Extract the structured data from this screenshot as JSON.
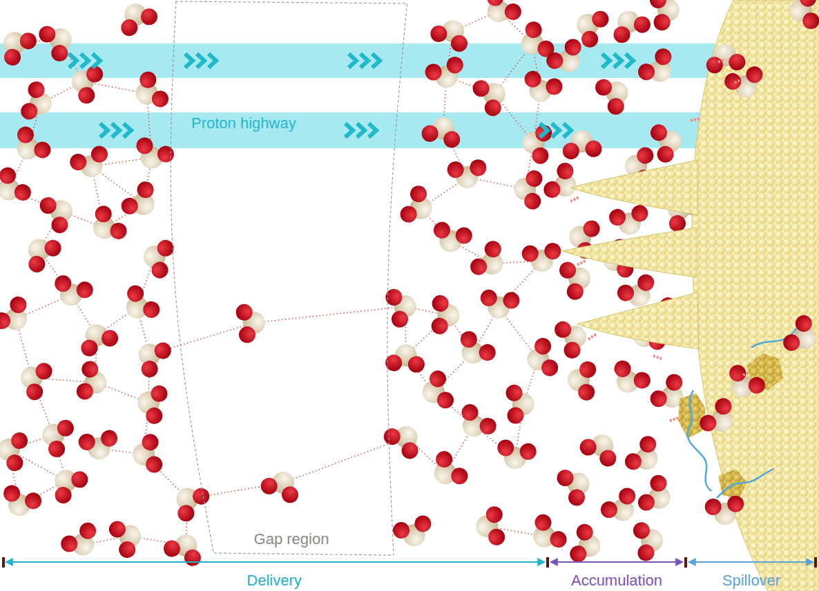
{
  "diagram": {
    "nodes": [
      {
        "text": [
          "Proton highway"
        ]
      },
      {
        "text": [
          "Gap region"
        ]
      }
    ],
    "labels": [
      "Delivery",
      "Accumulation",
      "Spillover"
    ]
  }
}
